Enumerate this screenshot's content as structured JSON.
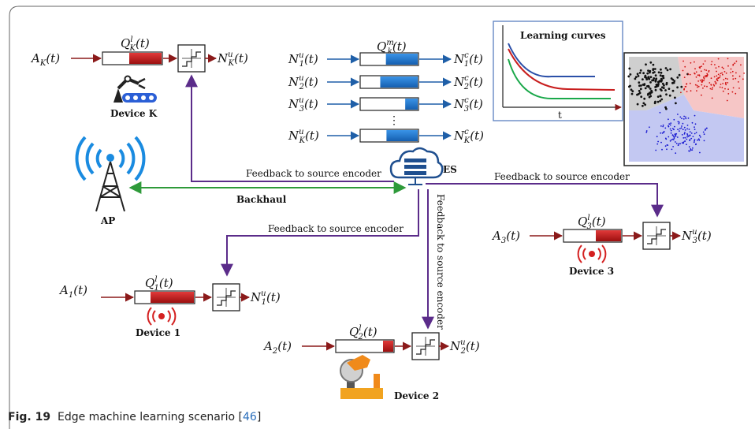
{
  "caption": {
    "fig_label": "Fig. 19",
    "text": "Edge machine learning scenario [",
    "ref": "46",
    "close": "]"
  },
  "devices": {
    "device_k": {
      "label": "Device K",
      "arrival": "A",
      "arrival_sub": "K",
      "queue": "Q",
      "queue_sup": "l",
      "queue_sub": "K",
      "out": "N",
      "out_sup": "u",
      "out_sub": "K"
    },
    "device_1": {
      "label": "Device 1",
      "arrival": "A",
      "arrival_sub": "1",
      "queue": "Q",
      "queue_sup": "l",
      "queue_sub": "1",
      "out": "N",
      "out_sup": "u",
      "out_sub": "1"
    },
    "device_2": {
      "label": "Device 2",
      "arrival": "A",
      "arrival_sub": "2",
      "queue": "Q",
      "queue_sup": "l",
      "queue_sub": "2",
      "out": "N",
      "out_sup": "u",
      "out_sub": "2"
    },
    "device_3": {
      "label": "Device 3",
      "arrival": "A",
      "arrival_sub": "3",
      "queue": "Q",
      "queue_sup": "l",
      "queue_sub": "3",
      "out": "N",
      "out_sup": "u",
      "out_sub": "3"
    }
  },
  "es": {
    "label": "ES",
    "queue": "Q",
    "queue_sup": "m",
    "queue_sub": "k",
    "inputs": [
      {
        "sym": "N",
        "sup": "u",
        "sub": "1"
      },
      {
        "sym": "N",
        "sup": "u",
        "sub": "2"
      },
      {
        "sym": "N",
        "sup": "u",
        "sub": "3"
      },
      {
        "sym": "N",
        "sup": "u",
        "sub": "K"
      }
    ],
    "outputs": [
      {
        "sym": "N",
        "sup": "c",
        "sub": "1"
      },
      {
        "sym": "N",
        "sup": "c",
        "sub": "2"
      },
      {
        "sym": "N",
        "sup": "c",
        "sub": "3"
      },
      {
        "sym": "N",
        "sup": "c",
        "sub": "K"
      }
    ],
    "ellipsis": "⋮"
  },
  "ap": {
    "label": "AP"
  },
  "links": {
    "backhaul": "Backhaul",
    "feedback": "Feedback to source encoder"
  },
  "learning_curves": {
    "title": "Learning curves",
    "x_label": "t"
  },
  "time_arg": "(t)",
  "colors": {
    "arrival_arrow": "#8b1a1a",
    "queue_red": "#cc1111",
    "queue_blue": "#1f77d4",
    "feedback": "#5b2c8a",
    "backhaul": "#2e9a3a",
    "es_arrow": "#1f5fa8"
  }
}
